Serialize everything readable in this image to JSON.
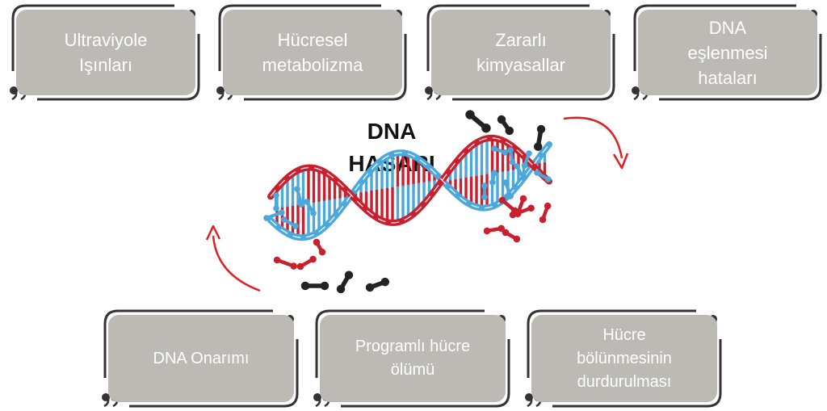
{
  "title": [
    "DNA",
    "HASARI"
  ],
  "causes": [
    "Ultraviyole Işınları",
    "Hücresel metabolizma",
    "Zararlı kimyasallar",
    "DNA eşlenmesi hataları"
  ],
  "outcomes": [
    "DNA Onarımı",
    "Programlı hücre ölümü",
    "Hücre bölünmesinin durdurulması"
  ],
  "colors": {
    "box_fill": "#bdb9b5",
    "box_text": "#ffffff",
    "frame": "#333333",
    "strand_blue": "#4aa8db",
    "strand_red": "#c8202e",
    "arrow": "#e02020",
    "fragment_dark": "#222222"
  }
}
